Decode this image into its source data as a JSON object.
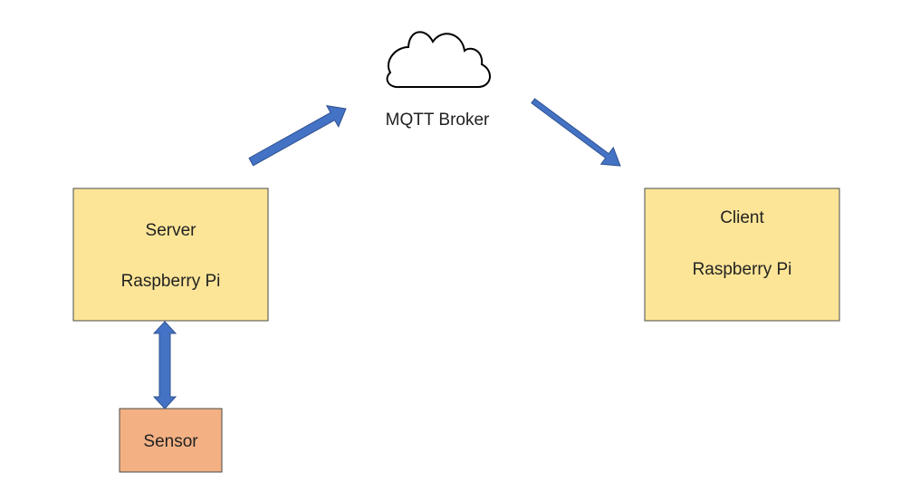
{
  "colors": {
    "background": "#ffffff",
    "server_fill": "#fde598",
    "client_fill": "#fde598",
    "sensor_fill": "#f3b183",
    "box_border": "#4a4a4a",
    "arrow": "#4472c4",
    "arrow_border": "#2f528f",
    "cloud_stroke": "#000000"
  },
  "icons": {
    "broker": "cloud-icon"
  },
  "broker": {
    "label": "MQTT Broker"
  },
  "server": {
    "title": "Server",
    "subtitle": "Raspberry Pi"
  },
  "client": {
    "title": "Client",
    "subtitle": "Raspberry Pi"
  },
  "sensor": {
    "label": "Sensor"
  }
}
